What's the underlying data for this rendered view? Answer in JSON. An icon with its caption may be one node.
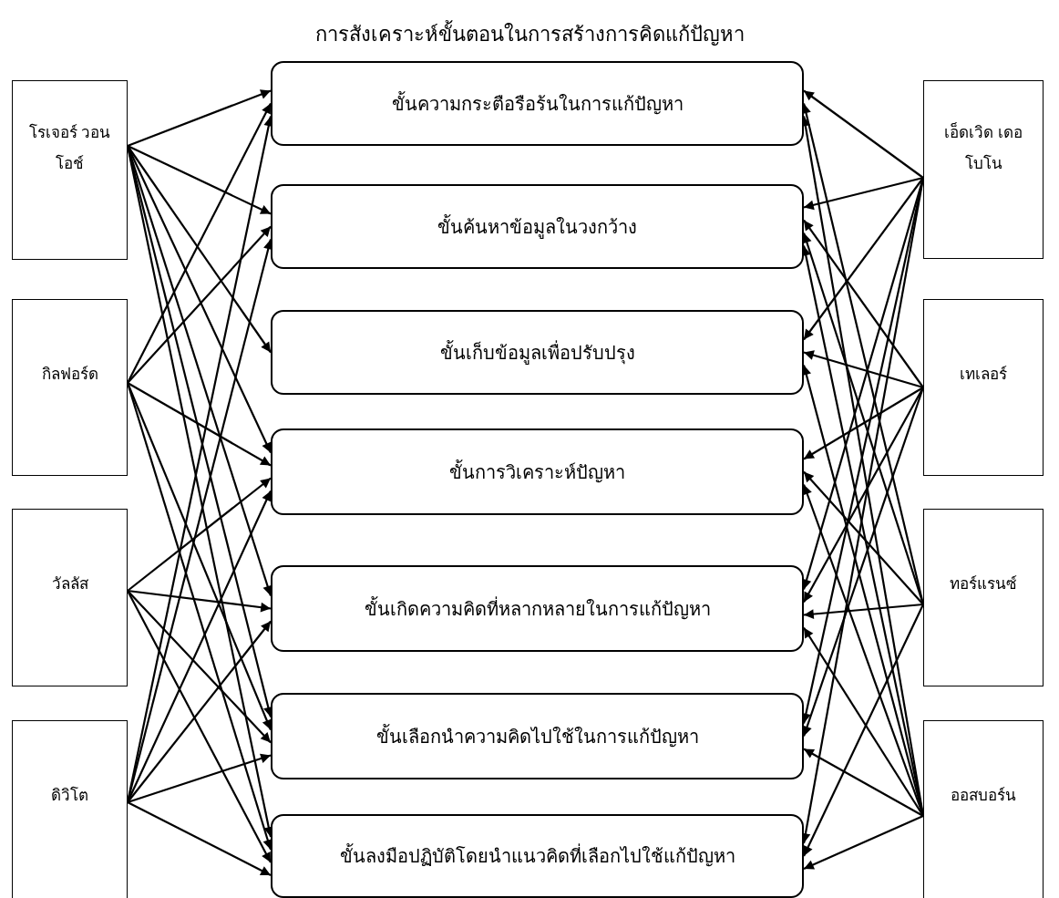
{
  "diagram": {
    "title": "การสังเคราะห์ขั้นตอนในการสร้างการคิดแก้ปัญหา",
    "nodes": [
      {
        "text": [
          "ขั้นความกระตือรือร้นในการแก้ปัญหา"
        ]
      },
      {
        "text": [
          "ขั้นค้นหาข้อมูลในวงกว้าง"
        ]
      },
      {
        "text": [
          "ขั้นเก็บข้อมูลเพื่อปรับปรุง"
        ]
      },
      {
        "text": [
          "ขั้นการวิเคราะห์ปัญหา"
        ]
      },
      {
        "text": [
          "ขั้นเกิดความคิดที่หลากหลายในการแก้ปัญหา"
        ]
      },
      {
        "text": [
          "ขั้นเลือกนำความคิดไปใช้ในการแก้ปัญหา"
        ]
      },
      {
        "text": [
          "ขั้นลงมือปฏิบัติโดยนำแนวคิดที่เลือกไปใช้แก้ปัญหา"
        ]
      },
      {
        "text": [
          "โรเจอร์ วอนโอช์"
        ]
      },
      {
        "text": [
          "กิลฟอร์ด"
        ]
      },
      {
        "text": [
          "วัลลัส"
        ]
      },
      {
        "text": [
          "ดิวิโต"
        ]
      },
      {
        "text": [
          "เอ็ดเวิด เดอ โบโน"
        ]
      },
      {
        "text": [
          "เทเลอร์"
        ]
      },
      {
        "text": [
          "ทอร์แรนซ์"
        ]
      },
      {
        "text": [
          "ออสบอร์น"
        ]
      }
    ],
    "edges": [
      {
        "from": 7,
        "to": 0,
        "arrow": "to"
      },
      {
        "from": 7,
        "to": 1,
        "arrow": "to"
      },
      {
        "from": 7,
        "to": 2,
        "arrow": "to"
      },
      {
        "from": 7,
        "to": 3,
        "arrow": "to"
      },
      {
        "from": 7,
        "to": 4,
        "arrow": "to"
      },
      {
        "from": 7,
        "to": 5,
        "arrow": "to"
      },
      {
        "from": 7,
        "to": 6,
        "arrow": "to"
      },
      {
        "from": 8,
        "to": 0,
        "arrow": "to"
      },
      {
        "from": 8,
        "to": 1,
        "arrow": "to"
      },
      {
        "from": 8,
        "to": 3,
        "arrow": "to"
      },
      {
        "from": 8,
        "to": 5,
        "arrow": "to"
      },
      {
        "from": 8,
        "to": 6,
        "arrow": "to"
      },
      {
        "from": 9,
        "to": 3,
        "arrow": "to"
      },
      {
        "from": 9,
        "to": 4,
        "arrow": "to"
      },
      {
        "from": 9,
        "to": 5,
        "arrow": "to"
      },
      {
        "from": 9,
        "to": 6,
        "arrow": "to"
      },
      {
        "from": 10,
        "to": 0,
        "arrow": "to"
      },
      {
        "from": 10,
        "to": 1,
        "arrow": "to"
      },
      {
        "from": 10,
        "to": 3,
        "arrow": "to"
      },
      {
        "from": 10,
        "to": 4,
        "arrow": "to"
      },
      {
        "from": 10,
        "to": 5,
        "arrow": "to"
      },
      {
        "from": 10,
        "to": 6,
        "arrow": "to"
      },
      {
        "from": 11,
        "to": 0,
        "arrow": "to"
      },
      {
        "from": 11,
        "to": 1,
        "arrow": "to"
      },
      {
        "from": 11,
        "to": 2,
        "arrow": "to"
      },
      {
        "from": 11,
        "to": 4,
        "arrow": "to"
      },
      {
        "from": 11,
        "to": 5,
        "arrow": "to"
      },
      {
        "from": 11,
        "to": 6,
        "arrow": "to"
      },
      {
        "from": 12,
        "to": 1,
        "arrow": "to"
      },
      {
        "from": 12,
        "to": 2,
        "arrow": "to"
      },
      {
        "from": 12,
        "to": 3,
        "arrow": "to"
      },
      {
        "from": 12,
        "to": 4,
        "arrow": "to"
      },
      {
        "from": 12,
        "to": 5,
        "arrow": "to"
      },
      {
        "from": 13,
        "to": 0,
        "arrow": "to"
      },
      {
        "from": 13,
        "to": 1,
        "arrow": "to"
      },
      {
        "from": 13,
        "to": 3,
        "arrow": "to"
      },
      {
        "from": 13,
        "to": 4,
        "arrow": "to"
      },
      {
        "from": 13,
        "to": 6,
        "arrow": "to"
      },
      {
        "from": 14,
        "to": 0,
        "arrow": "to"
      },
      {
        "from": 14,
        "to": 1,
        "arrow": "to"
      },
      {
        "from": 14,
        "to": 2,
        "arrow": "to"
      },
      {
        "from": 14,
        "to": 3,
        "arrow": "to"
      },
      {
        "from": 14,
        "to": 4,
        "arrow": "to"
      },
      {
        "from": 14,
        "to": 5,
        "arrow": "to"
      },
      {
        "from": 14,
        "to": 6,
        "arrow": "to"
      }
    ]
  }
}
